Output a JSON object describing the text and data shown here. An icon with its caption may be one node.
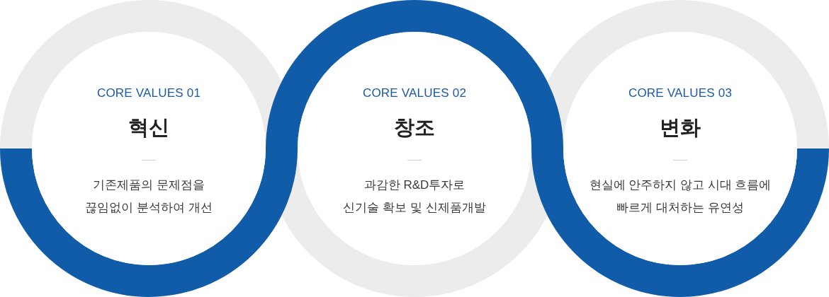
{
  "diagram": {
    "nodes": [
      {
        "text": [
          "CORE VALUES 01",
          "혁신",
          "기존제품의 문제점을 끊임없이 분석하여 개선"
        ]
      },
      {
        "text": [
          "CORE VALUES 02",
          "창조",
          "과감한 R&D투자로 신기술 확보 및 신제품개발"
        ]
      },
      {
        "text": [
          "CORE VALUES 03",
          "변화",
          "현실에 안주하지 않고 시대 흐름에 빠르게 대처하는 유연성"
        ]
      }
    ]
  }
}
